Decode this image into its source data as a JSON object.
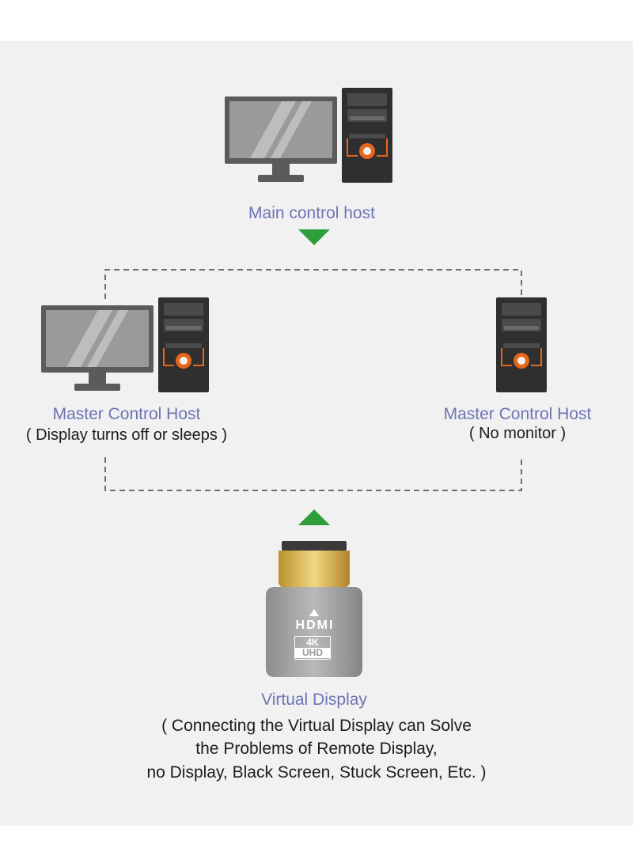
{
  "main_host": {
    "label": "Main control host"
  },
  "left_host": {
    "label": "Master Control Host",
    "note": "( Display turns off or sleeps )"
  },
  "right_host": {
    "label": "Master Control Host",
    "note": "( No monitor )"
  },
  "adapter": {
    "brand": "HDMI",
    "badge_top": "4K",
    "badge_bottom": "UHD"
  },
  "virtual_display": {
    "label": "Virtual Display",
    "description": [
      "( Connecting the Virtual Display can Solve",
      "the Problems of Remote Display,",
      "no Display, Black Screen, Stuck Screen, Etc. )"
    ]
  },
  "colors": {
    "label_blue": "#6c74b5",
    "arrow_green": "#2e9e3c",
    "device_gray": "#5b5b5b",
    "device_dark": "#2f2f2f",
    "accent_orange": "#e8651c"
  }
}
